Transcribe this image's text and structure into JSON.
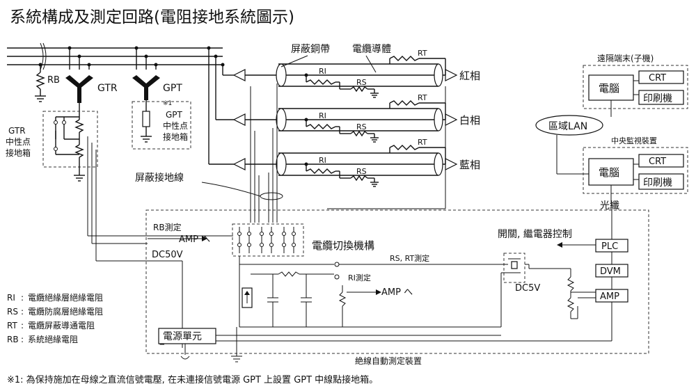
{
  "title": "系統構成及測定回路(電阻接地系統圖示)",
  "labels": {
    "rb": "RB",
    "gtr": "GTR",
    "gpt": "GPT",
    "note_mark": "※1",
    "gpt_box": [
      "GPT",
      "中性点",
      "接地箱"
    ],
    "gtr_box": [
      "GTR",
      "中性点",
      "接地箱"
    ],
    "shield_tape": "屏蔽銅帶",
    "conductor": "電纜導體",
    "ri": "RI",
    "rs": "RS",
    "rt": "RT",
    "phase_red": "紅相",
    "phase_white": "白相",
    "phase_blue": "藍相",
    "shield_ground": "屏蔽接地線",
    "rb_measure": "RB測定",
    "amp_to": "AMP へ",
    "dc50v": "DC50V",
    "switch_mech": "電纜切換機構",
    "rs_rt_measure": "RS, RT測定",
    "ri_measure": "RI測定",
    "amp_to2": "AMP へ",
    "dc5v": "DC5V",
    "power_unit": "電源單元",
    "insulation_device": "絶線自動測定裝置",
    "switch_relay": "開關, 繼電器控制",
    "plc": "PLC",
    "dvm": "DVM",
    "amp": "AMP",
    "fiber": "光纖",
    "remote": "遠隔端末(子機)",
    "computer": "電腦",
    "crt": "CRT",
    "printer": "印刷機",
    "lan": "區域LAN",
    "central": "中央監視裝置"
  },
  "legend": [
    {
      "sym": "RI",
      "desc": "電纜絕緣層絕緣電阻"
    },
    {
      "sym": "RS",
      "desc": "電纜防腐層絕緣電阻"
    },
    {
      "sym": "RT",
      "desc": "電纜屏蔽導通電阻"
    },
    {
      "sym": "RB",
      "desc": "系統絕緣電阻"
    }
  ],
  "footnote": "※1: 為保持施加在母線之直流信號電壓, 在未連接信號電源 GPT 上設置 GPT 中線點接地箱。"
}
